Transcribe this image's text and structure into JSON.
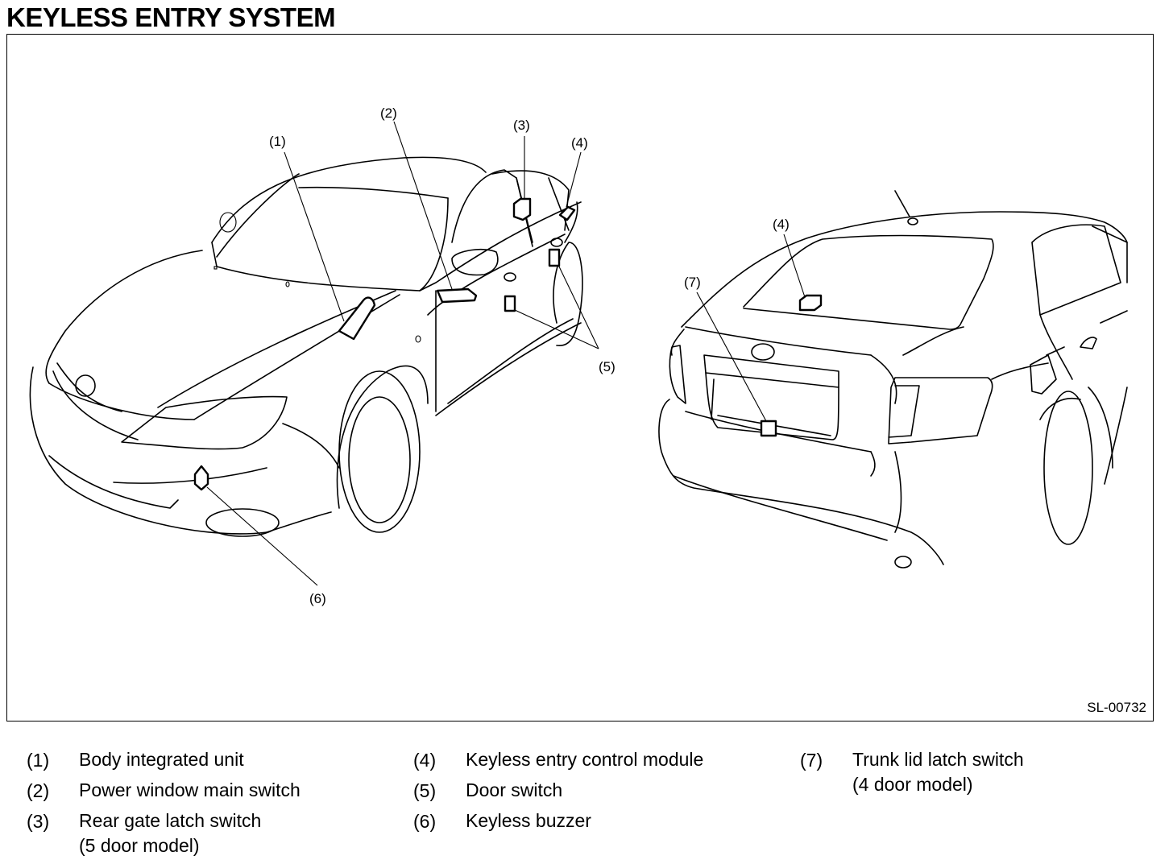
{
  "title": "KEYLESS ENTRY SYSTEM",
  "figure_id": "SL-00732",
  "callouts": {
    "c1": "(1)",
    "c2": "(2)",
    "c3": "(3)",
    "c4_front": "(4)",
    "c5": "(5)",
    "c6": "(6)",
    "c4_rear": "(4)",
    "c7": "(7)"
  },
  "legend": [
    {
      "num": "(1)",
      "label": "Body integrated unit",
      "note": ""
    },
    {
      "num": "(2)",
      "label": "Power window main switch",
      "note": ""
    },
    {
      "num": "(3)",
      "label": "Rear gate latch switch",
      "note": "(5 door model)"
    },
    {
      "num": "(4)",
      "label": "Keyless entry control module",
      "note": ""
    },
    {
      "num": "(5)",
      "label": "Door switch",
      "note": ""
    },
    {
      "num": "(6)",
      "label": "Keyless buzzer",
      "note": ""
    },
    {
      "num": "(7)",
      "label": "Trunk lid latch switch",
      "note": "(4 door model)"
    }
  ],
  "views": {
    "front": "5 door model front three-quarter view",
    "rear": "4 door model rear three-quarter view"
  }
}
